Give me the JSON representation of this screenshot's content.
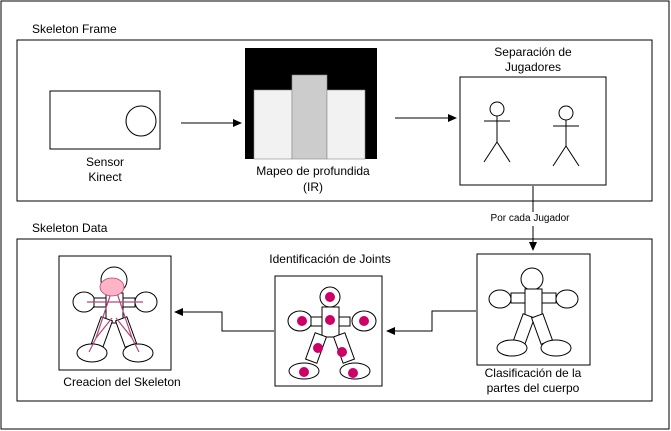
{
  "sections": {
    "frame_title": "Skeleton Frame",
    "data_title": "Skeleton Data"
  },
  "nodes": {
    "sensor": {
      "line1": "Sensor",
      "line2": "Kinect"
    },
    "depth": {
      "line1": "Mapeo de profundida",
      "line2": "(IR)"
    },
    "separation": {
      "line1": "Separación de",
      "line2": "Jugadores"
    },
    "classification": {
      "line1": "Clasificación de la",
      "line2": "partes del cuerpo"
    },
    "joints": {
      "label": "Identificación de Joints"
    },
    "skeleton": {
      "label": "Creacion del Skeleton"
    }
  },
  "edges": {
    "per_player": "Por cada Jugador"
  },
  "colors": {
    "joint": "#cc0066",
    "skeleton_head": "#ffb3c6",
    "skeleton_bone": "#b3477a",
    "depth_bg": "#000000",
    "depth_bar_light": "#f2f2f2",
    "depth_bar_mid": "#cccccc"
  },
  "icons": [
    "person-icon",
    "body-parts-icon",
    "joints-icon",
    "skeleton-icon",
    "sensor-icon",
    "depth-map-icon"
  ]
}
